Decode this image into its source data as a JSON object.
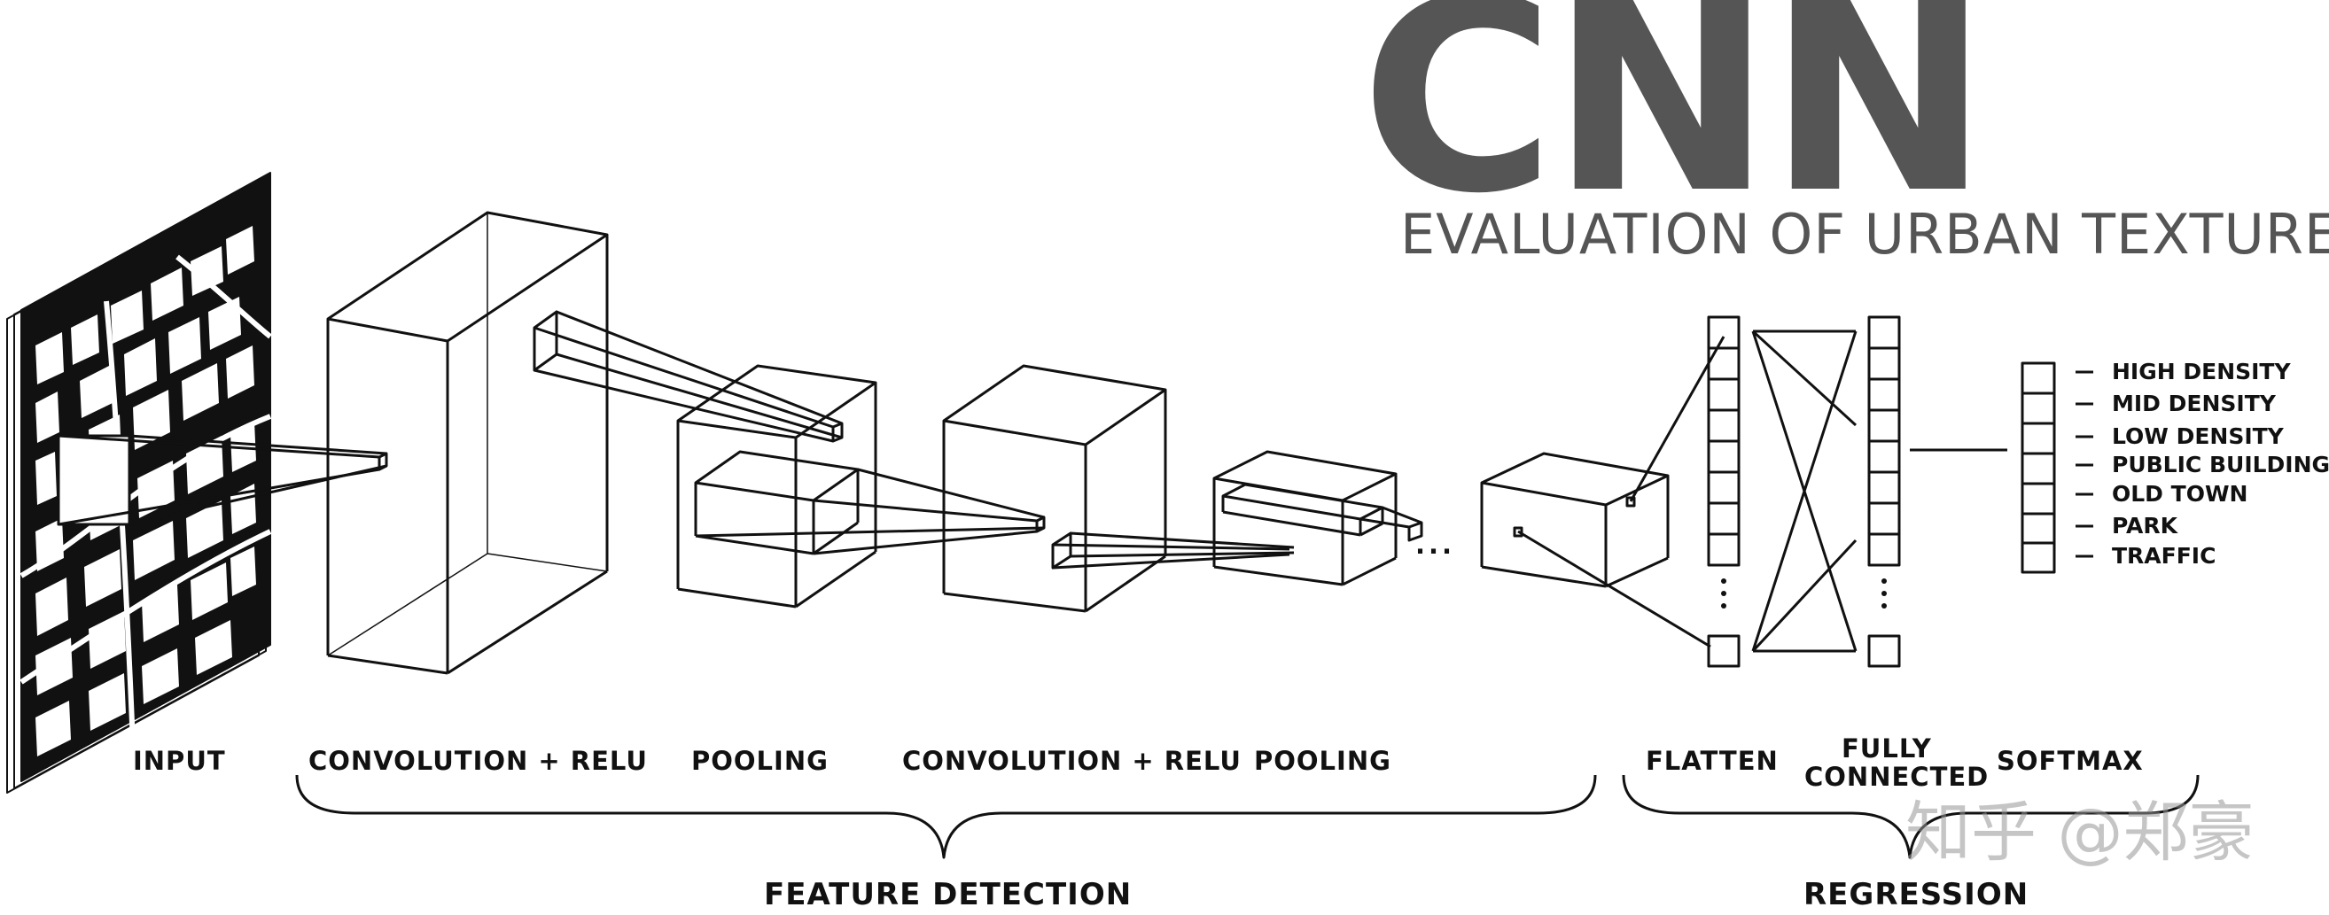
{
  "title": "CNN",
  "subtitle": "EVALUATION OF URBAN TEXTURE",
  "stage_labels": {
    "input": "INPUT",
    "conv1": "CONVOLUTION + RELU",
    "pool1": "POOLING",
    "conv2": "CONVOLUTION + RELU",
    "pool2": "POOLING",
    "flatten": "FLATTEN",
    "fully_connected_line1": "FULLY",
    "fully_connected_line2": "CONNECTED",
    "softmax": "SOFTMAX"
  },
  "groups": {
    "feature_detection": "FEATURE DETECTION",
    "regression": "REGRESSION"
  },
  "classes": [
    "HIGH DENSITY",
    "MID DENSITY",
    "LOW DENSITY",
    "PUBLIC BUILDINGS",
    "OLD TOWN",
    "PARK",
    "TRAFFIC"
  ],
  "ellipsis": "...",
  "watermark": "知乎 @郑豪"
}
